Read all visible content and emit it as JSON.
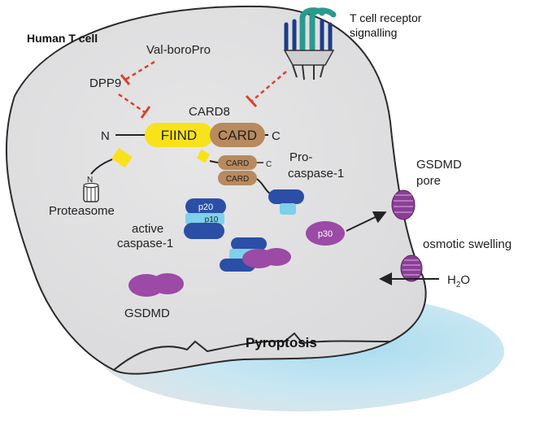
{
  "labels": {
    "cell_title": "Human T cell",
    "tcr_line1": "T cell receptor",
    "tcr_line2": "signalling",
    "val_boropro": "Val-boroPro",
    "dpp9": "DPP9",
    "card8": "CARD8",
    "n_terminus": "N",
    "c_terminus": "C",
    "fiind": "FIIND",
    "card": "CARD",
    "card_small_1": "CARD",
    "card_small_2": "CARD",
    "c_small": "C",
    "n_small": "N",
    "proteasome": "Proteasome",
    "pro_caspase_line1": "Pro-",
    "pro_caspase_line2": "caspase-1",
    "p20": "p20",
    "p10": "p10",
    "active_caspase_line1": "active",
    "active_caspase_line2": "caspase-1",
    "p30": "p30",
    "gsdmd_pore_line1": "GSDMD",
    "gsdmd_pore_line2": "pore",
    "osmotic_swelling": "osmotic swelling",
    "water_h": "H",
    "water_sub": "2",
    "water_o": "O",
    "gsdmd": "GSDMD",
    "pyroptosis": "Pyroptosis"
  },
  "colors": {
    "fiind": "#f7e21b",
    "card": "#b88a5e",
    "caspase_dark": "#2b4fa6",
    "caspase_light": "#7fd0ea",
    "gsdmd": "#9b4aa6",
    "inhibition": "#d8432c",
    "tcr_teal": "#2a9a8e",
    "puddle": "#8fd0e6"
  }
}
